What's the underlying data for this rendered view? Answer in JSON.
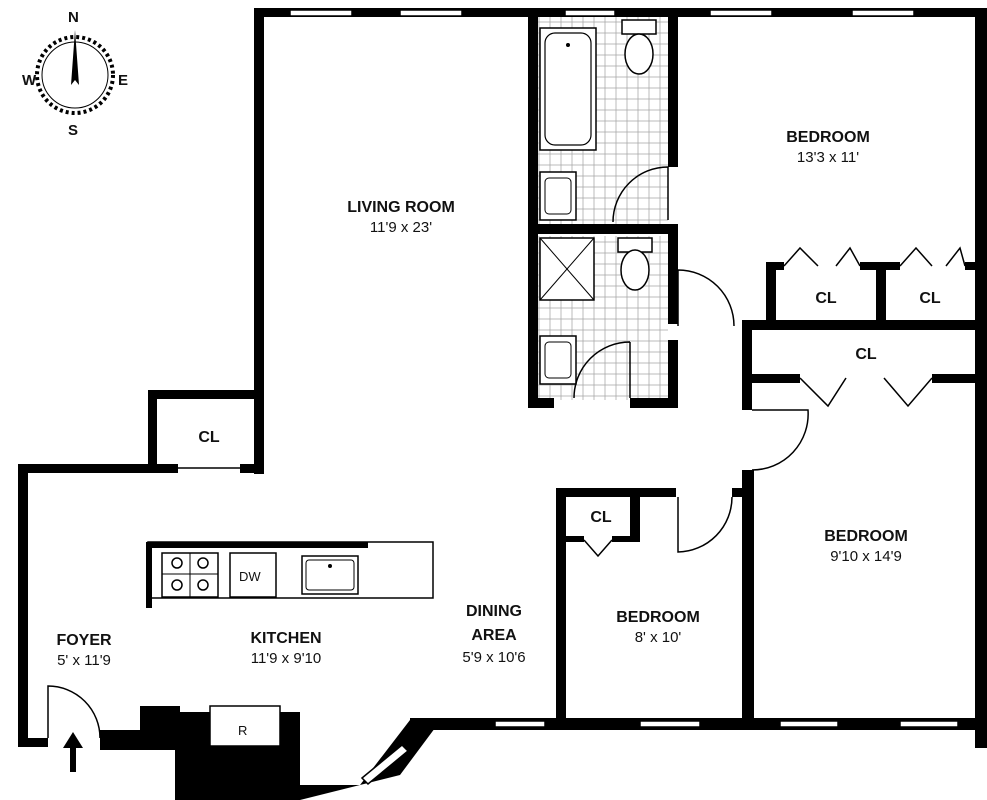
{
  "compass": {
    "north": "N",
    "south": "S",
    "east": "E",
    "west": "W"
  },
  "rooms": {
    "living_room": {
      "name": "LIVING ROOM",
      "dims": "11'9 x 23'"
    },
    "bedroom_ne": {
      "name": "BEDROOM",
      "dims": "13'3 x 11'"
    },
    "bedroom_se": {
      "name": "BEDROOM",
      "dims": "9'10 x 14'9"
    },
    "bedroom_small": {
      "name": "BEDROOM",
      "dims": "8' x 10'"
    },
    "kitchen": {
      "name": "KITCHEN",
      "dims": "11'9 x 9'10"
    },
    "dining": {
      "name_line1": "DINING",
      "name_line2": "AREA",
      "dims": "5'9 x 10'6"
    },
    "foyer": {
      "name": "FOYER",
      "dims": "5' x 11'9"
    }
  },
  "closets": {
    "label": "CL",
    "foyer_closet": "CL",
    "bedroom_ne_closet_1": "CL",
    "bedroom_ne_closet_2": "CL",
    "hall_closet": "CL",
    "small_bedroom_closet": "CL"
  },
  "appliances": {
    "dishwasher": "DW",
    "refrigerator": "R"
  }
}
